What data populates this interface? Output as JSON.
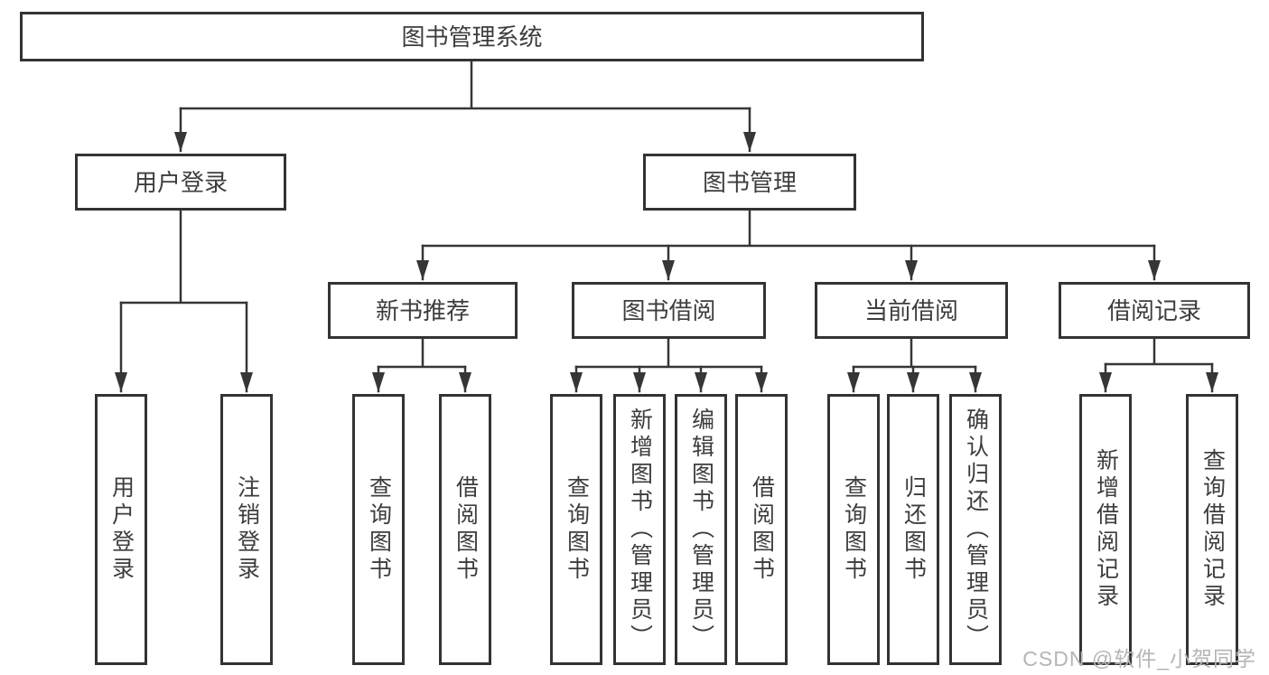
{
  "diagram": {
    "type": "hierarchy-tree",
    "colors": {
      "line": "#363636",
      "box_border": "#333333",
      "text": "#3d3d3d",
      "watermark": "#b5b5b5",
      "background": "#ffffff"
    },
    "tree": {
      "label": "图书管理系统",
      "children": [
        {
          "label": "用户登录",
          "children": [
            {
              "label": "用户登录"
            },
            {
              "label": "注销登录"
            }
          ]
        },
        {
          "label": "图书管理",
          "children": [
            {
              "label": "新书推荐",
              "children": [
                {
                  "label": "查询图书"
                },
                {
                  "label": "借阅图书"
                }
              ]
            },
            {
              "label": "图书借阅",
              "children": [
                {
                  "label": "查询图书"
                },
                {
                  "label": "新增图书（管理员）"
                },
                {
                  "label": "编辑图书（管理员）"
                },
                {
                  "label": "借阅图书"
                }
              ]
            },
            {
              "label": "当前借阅",
              "children": [
                {
                  "label": "查询图书"
                },
                {
                  "label": "归还图书"
                },
                {
                  "label": "确认归还（管理员）"
                }
              ]
            },
            {
              "label": "借阅记录",
              "children": [
                {
                  "label": "新增借阅记录"
                },
                {
                  "label": "查询借阅记录"
                }
              ]
            }
          ]
        }
      ]
    },
    "watermark": "CSDN @软件_小贺同学"
  }
}
